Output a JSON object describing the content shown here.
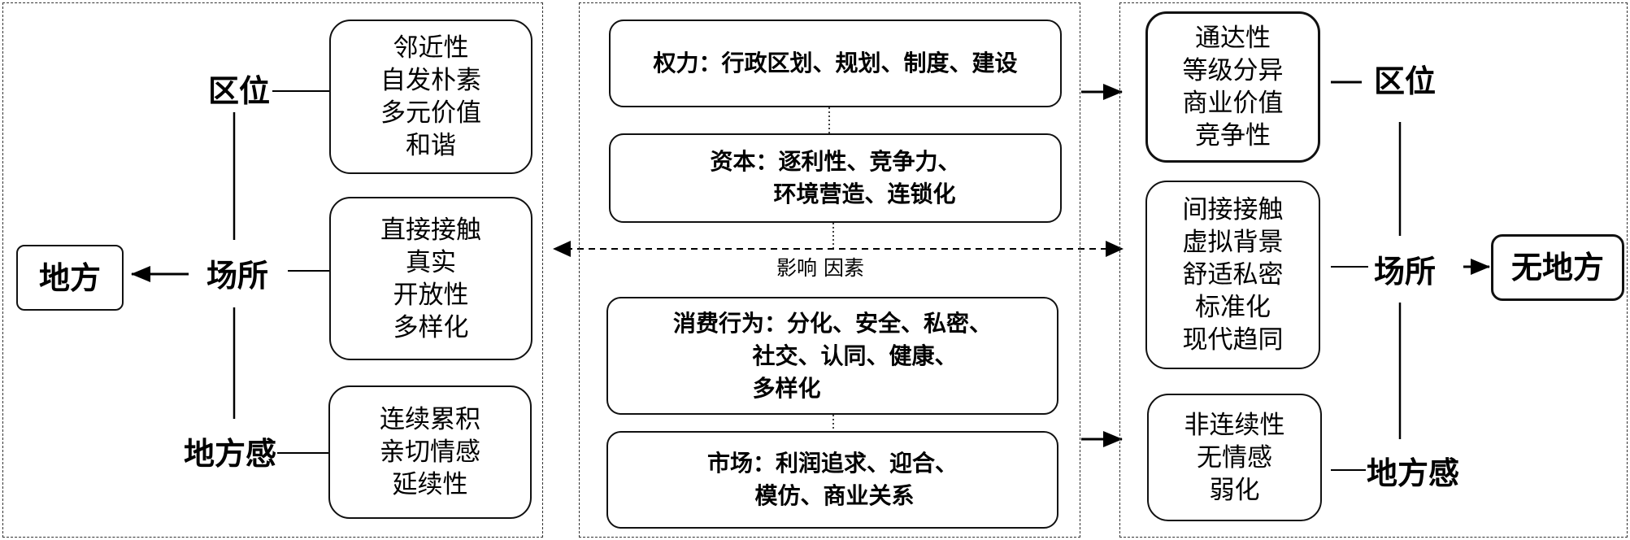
{
  "left": {
    "terms": {
      "location": "区位",
      "site": "场所",
      "sense": "地方感"
    },
    "end_label": "地方",
    "location_traits": [
      "邻近性",
      "自发朴素",
      "多元价值",
      "和谐"
    ],
    "site_traits": [
      "直接接触",
      "真实",
      "开放性",
      "多样化"
    ],
    "sense_traits": [
      "连续累积",
      "亲切情感",
      "延续性"
    ]
  },
  "center": {
    "power": [
      "权力：行政区划、规划、制度、建设"
    ],
    "capital": [
      "资本：逐利性、竞争力、",
      "        环境营造、连锁化"
    ],
    "influence_label": "影响  因素",
    "consumption": [
      "消费行为：分化、安全、私密、",
      "          社交、认同、健康、",
      "          多样化"
    ],
    "market": [
      "市场：利润追求、迎合、",
      "      模仿、商业关系"
    ]
  },
  "right": {
    "terms": {
      "location": "区位",
      "site": "场所",
      "sense": "地方感"
    },
    "end_label": "无地方",
    "location_traits": [
      "通达性",
      "等级分异",
      "商业价值",
      "竞争性"
    ],
    "site_traits": [
      "间接接触",
      "虚拟背景",
      "舒适私密",
      "标准化",
      "现代趋同"
    ],
    "sense_traits": [
      "非连续性",
      "无情感",
      "弱化"
    ]
  }
}
